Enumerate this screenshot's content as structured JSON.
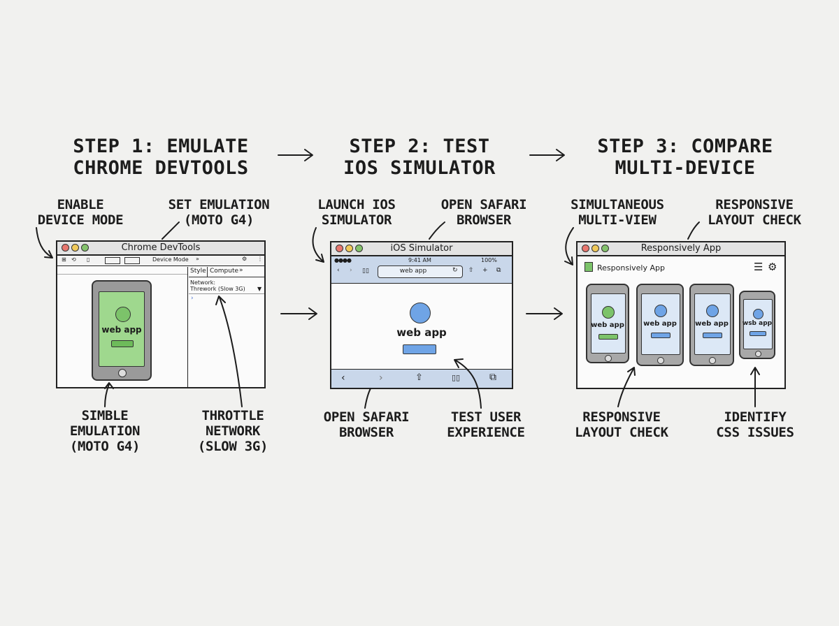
{
  "steps": [
    {
      "title": "STEP 1: EMULATE\nCHROME DEVTOOLS"
    },
    {
      "title": "STEP 2: TEST\nIOS SIMULATOR"
    },
    {
      "title": "STEP 3: COMPARE\nMULTI-DEVICE"
    }
  ],
  "notes": {
    "enable_device_mode": "ENABLE\nDEVICE MODE",
    "set_emulation": "SET EMULATION\n(MOTO G4)",
    "simble_emulation": "SIMBLE\nEMULATION\n(MOTO G4)",
    "throttle_network": "THROTTLE\nNETWORK\n(SLOW 3G)",
    "launch_ios": "LAUNCH IOS\nSIMULATOR",
    "open_safari_top": "OPEN SAFARI\nBROWSER",
    "open_safari_bottom": "OPEN SAFARI\nBROWSER",
    "test_user_experience": "TEST USER\nEXPERIENCE",
    "simultaneous": "SIMULTANEOUS\nMULTI-VIEW",
    "responsive_top": "RESPONSIVE\nLAYOUT CHECK",
    "responsive_bottom": "RESPONSIVE\nLAYOUT CHECK",
    "identify_css": "IDENTIFY\nCSS ISSUES"
  },
  "devtools": {
    "title": "Chrome DevTools",
    "toolbar_device_mode": "Device Mode",
    "toolbar_more": "»",
    "tab_style": "Style",
    "tab_compute": "Compute",
    "tab_more": "»",
    "network_label": "Network:",
    "network_value": "Thrework (Slow 3G)",
    "console_prompt": "›",
    "app_label": "web app",
    "colors": {
      "screen": "#9fd88e",
      "circle": "#7cc36a",
      "bar": "#6dbb5a"
    }
  },
  "ios": {
    "title": "iOS Simulator",
    "signal": "●●●●",
    "time": "9:41 AM",
    "battery": "100%",
    "address": "web app",
    "app_label": "web app",
    "colors": {
      "circle": "#6fa4e6",
      "bar": "#6fa4e6",
      "chrome": "#c9d7ea"
    }
  },
  "multi": {
    "title": "Responsively App",
    "app_name": "Responsively App",
    "labels": [
      "web app",
      "web app",
      "web app",
      "wsb app"
    ],
    "colors": {
      "screen": "#dce8f6",
      "circle_green": "#7cc36a",
      "circle_blue": "#6fa4e6",
      "bar_green": "#7cc36a",
      "bar_blue": "#6fa4e6"
    }
  },
  "icons": {
    "arrow": "arrow-right-icon",
    "menu": "menu-icon",
    "gear": "gear-icon"
  }
}
